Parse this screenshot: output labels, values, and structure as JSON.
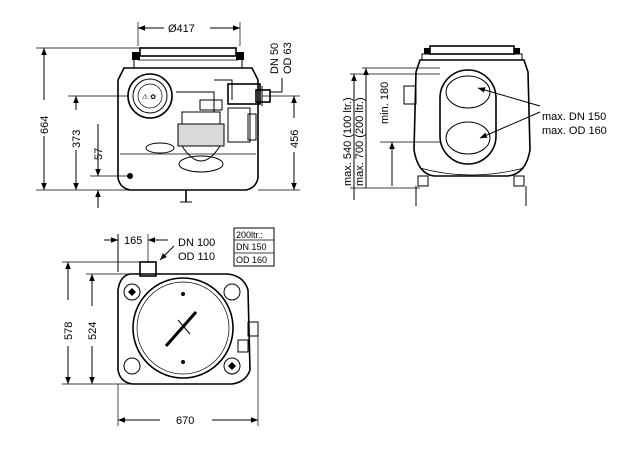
{
  "front_view": {
    "dim_diameter": "Ø417",
    "dim_height_total": "664",
    "dim_height_inlet": "373",
    "dim_height_low": "57",
    "dim_height_outlet": "456",
    "dim_dn": "DN 50",
    "dim_od": "OD 63"
  },
  "side_view": {
    "dim_max_540": "max. 540 (100 ltr.)",
    "dim_max_700": "max. 700 (200 ltr.)",
    "dim_min": "min. 180",
    "label_dn": "max. DN 150",
    "label_od": "max. OD 160"
  },
  "top_view": {
    "dim_165": "165",
    "dim_dn": "DN 100",
    "dim_od": "OD 110",
    "box_title": "200ltr.:",
    "box_dn": "DN 150",
    "box_od": "OD 160",
    "dim_578": "578",
    "dim_524": "524",
    "dim_670": "670"
  },
  "colors": {
    "line": "#000000",
    "background": "#ffffff"
  }
}
